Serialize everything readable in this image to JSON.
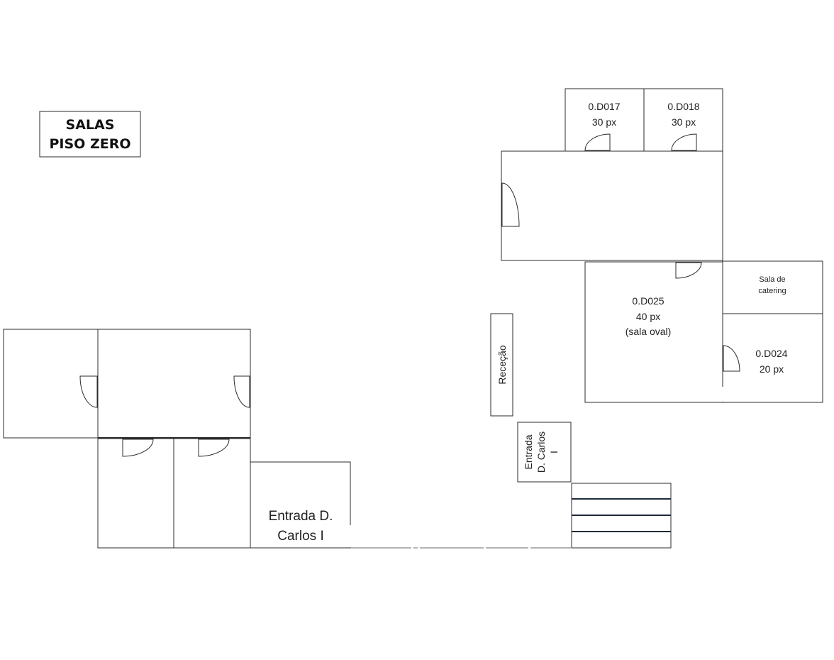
{
  "title": {
    "line1": "SALAS",
    "line2": "PISO ZERO"
  },
  "rooms": {
    "d017": {
      "code": "0.D017",
      "capacity": "30 px"
    },
    "d018": {
      "code": "0.D018",
      "capacity": "30 px"
    },
    "d025": {
      "code": "0.D025",
      "capacity": "40 px",
      "note": "(sala oval)"
    },
    "catering": {
      "line1": "Sala de",
      "line2": "catering"
    },
    "d024": {
      "code": "0.D024",
      "capacity": "20 px"
    }
  },
  "rececao": "Receção",
  "entrada_left": {
    "line1": "Entrada D.",
    "line2": "Carlos I"
  },
  "entrada_right": {
    "line1": "Entrada",
    "line2": "D. Carlos",
    "line3": "I"
  }
}
